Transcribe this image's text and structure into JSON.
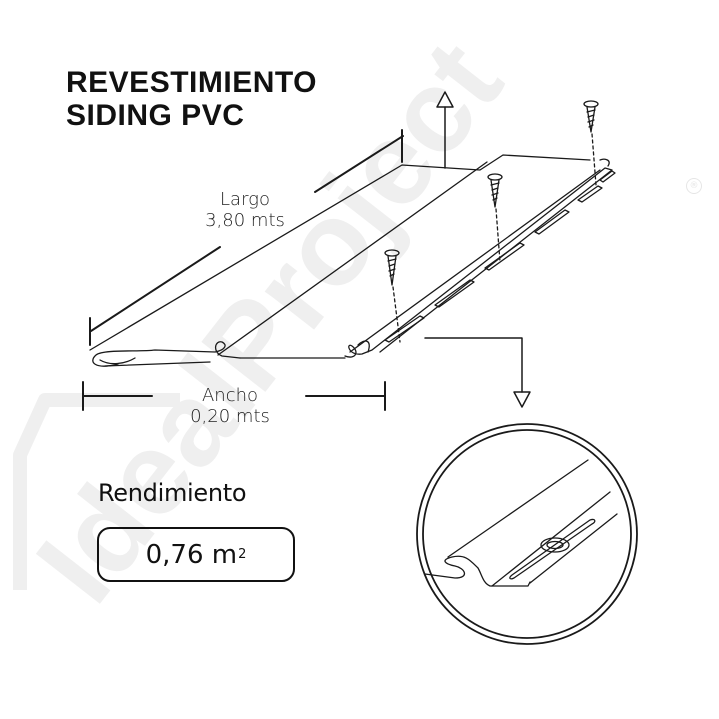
{
  "title": {
    "line1": "REVESTIMIENTO",
    "line2": "SIDING PVC"
  },
  "dimensions": {
    "length": {
      "label": "Largo",
      "value": "3,80 mts"
    },
    "width": {
      "label": "Ancho",
      "value": "0,20 mts"
    }
  },
  "yield": {
    "label": "Rendimiento",
    "value": "0,76 m",
    "unit_sup": "2"
  },
  "watermark": {
    "text": "IdealProject",
    "registered": "®",
    "color": "#ececec"
  },
  "icons": [
    "up-arrow-icon",
    "down-arrow-icon",
    "screw-icon",
    "detail-zoom-circle"
  ],
  "colors": {
    "line": "#1a1a1a",
    "background": "#ffffff"
  }
}
